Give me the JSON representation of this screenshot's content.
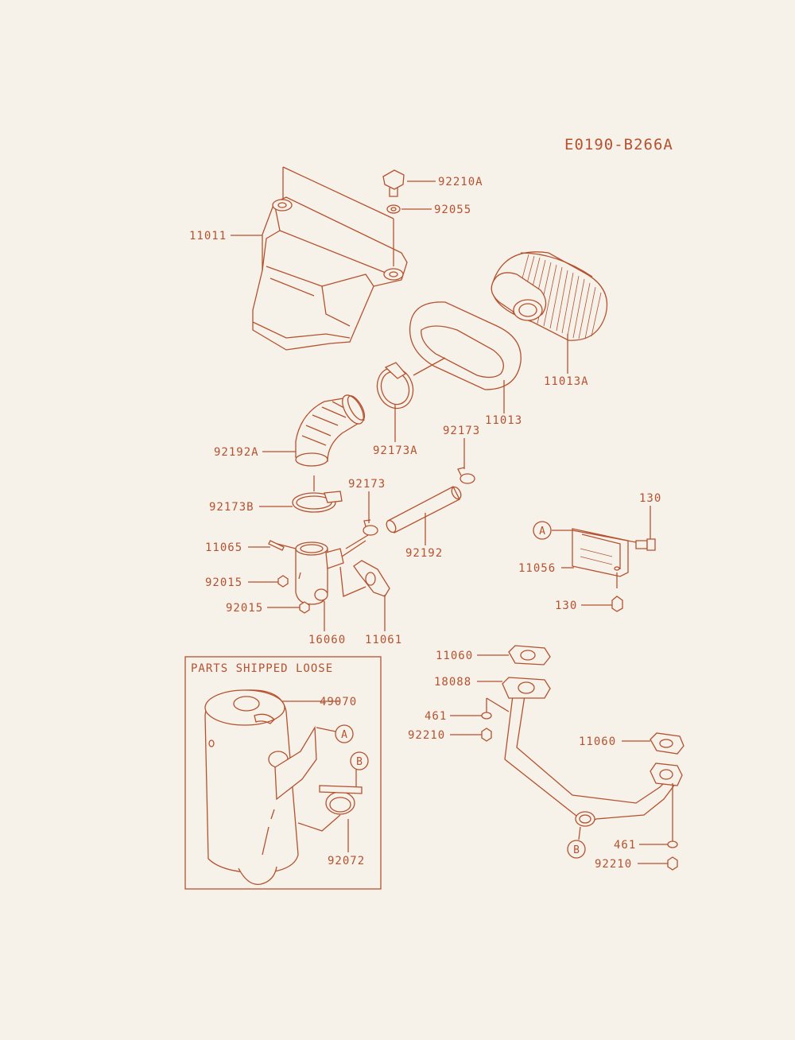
{
  "diagram_code": "E0190-B266A",
  "box_title": "PARTS SHIPPED LOOSE",
  "callouts": {
    "A": "A",
    "B": "B"
  },
  "parts": {
    "p92210A": "92210A",
    "p92055": "92055",
    "p11011": "11011",
    "p11013A": "11013A",
    "p11013": "11013",
    "p92173A": "92173A",
    "p92192A": "92192A",
    "p92173_upper": "92173",
    "p92173_mid": "92173",
    "p92173B": "92173B",
    "p92192": "92192",
    "p11065": "11065",
    "p92015_a": "92015",
    "p92015_b": "92015",
    "p16060": "16060",
    "p11061": "11061",
    "p130_a": "130",
    "p11056": "11056",
    "p130_b": "130",
    "p11060_a": "11060",
    "p18088": "18088",
    "p461_a": "461",
    "p92210_a": "92210",
    "p11060_b": "11060",
    "p461_b": "461",
    "p92210_b": "92210",
    "p49070": "49070",
    "p92072": "92072"
  },
  "colors": {
    "line": "#b5512f",
    "paper": "#f6f2e9"
  }
}
